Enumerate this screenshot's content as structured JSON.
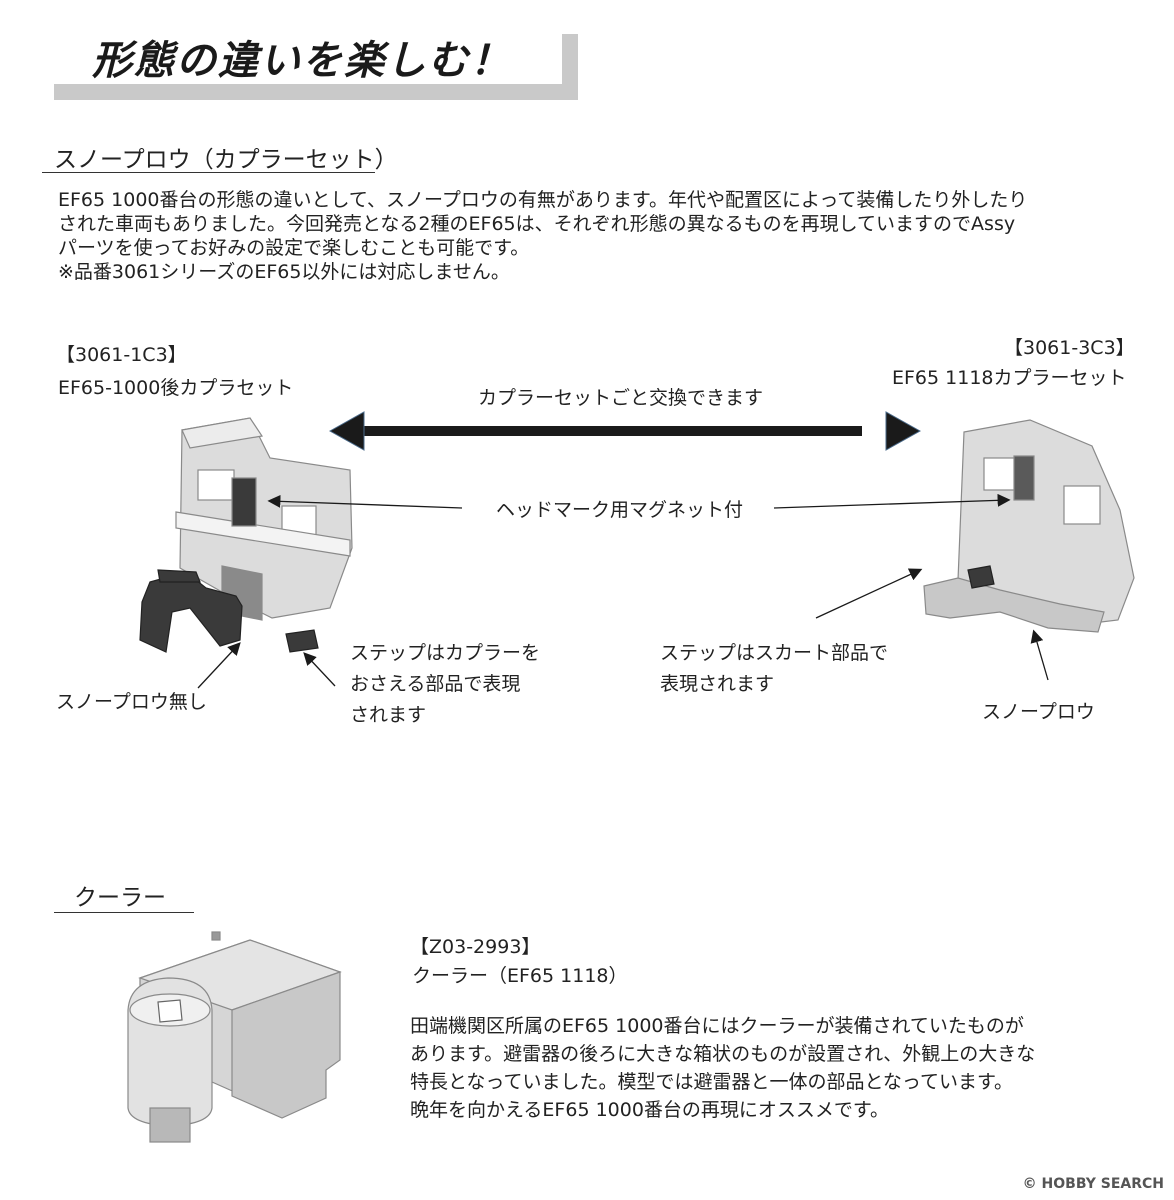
{
  "banner": {
    "title": "形態の違いを楽しむ！"
  },
  "section1": {
    "title": "スノープロウ（カプラーセット）",
    "paragraph": [
      "EF65 1000番台の形態の違いとして、スノープロウの有無があります。年代や配置区によって装備したり外したり",
      "された車両もありました。今回発売となる2種のEF65は、それぞれ形態の異なるものを再現していますのでAssy",
      "パーツを使ってお好みの設定で楽しむことも可能です。",
      "※品番3061シリーズのEF65以外には対応しません。"
    ],
    "left_part": {
      "code": "【3061-1C3】",
      "name": "EF65-1000後カプラセット"
    },
    "right_part": {
      "code": "【3061-3C3】",
      "name": "EF65 1118カプラーセット"
    },
    "exchange_label": "カプラーセットごと交換できます",
    "magnet_label": "ヘッドマーク用マグネット付",
    "left_step_note": [
      "ステップはカプラーを",
      "おさえる部品で表現",
      "されます"
    ],
    "no_plow_label": "スノープロウ無し",
    "right_step_note": [
      "ステップはスカート部品で",
      "表現されます"
    ],
    "plow_label": "スノープロウ"
  },
  "section2": {
    "title": "クーラー",
    "part": {
      "code": "【Z03-2993】",
      "name": "クーラー（EF65 1118）"
    },
    "paragraph": [
      "田端機関区所属のEF65 1000番台にはクーラーが装備されていたものが",
      "あります。避雷器の後ろに大きな箱状のものが設置され、外観上の大きな",
      "特長となっていました。模型では避雷器と一体の部品となっています。",
      "晩年を向かえるEF65 1000番台の再現にオススメです。"
    ]
  },
  "watermark": {
    "text": "HOBBY SEARCH",
    "copyright": "©"
  },
  "colors": {
    "banner_shadow": "#c9c9c9",
    "part_gray": "#d9d9d9",
    "dark_part": "#3a3a3a",
    "arrow": "#1a1a1a"
  }
}
